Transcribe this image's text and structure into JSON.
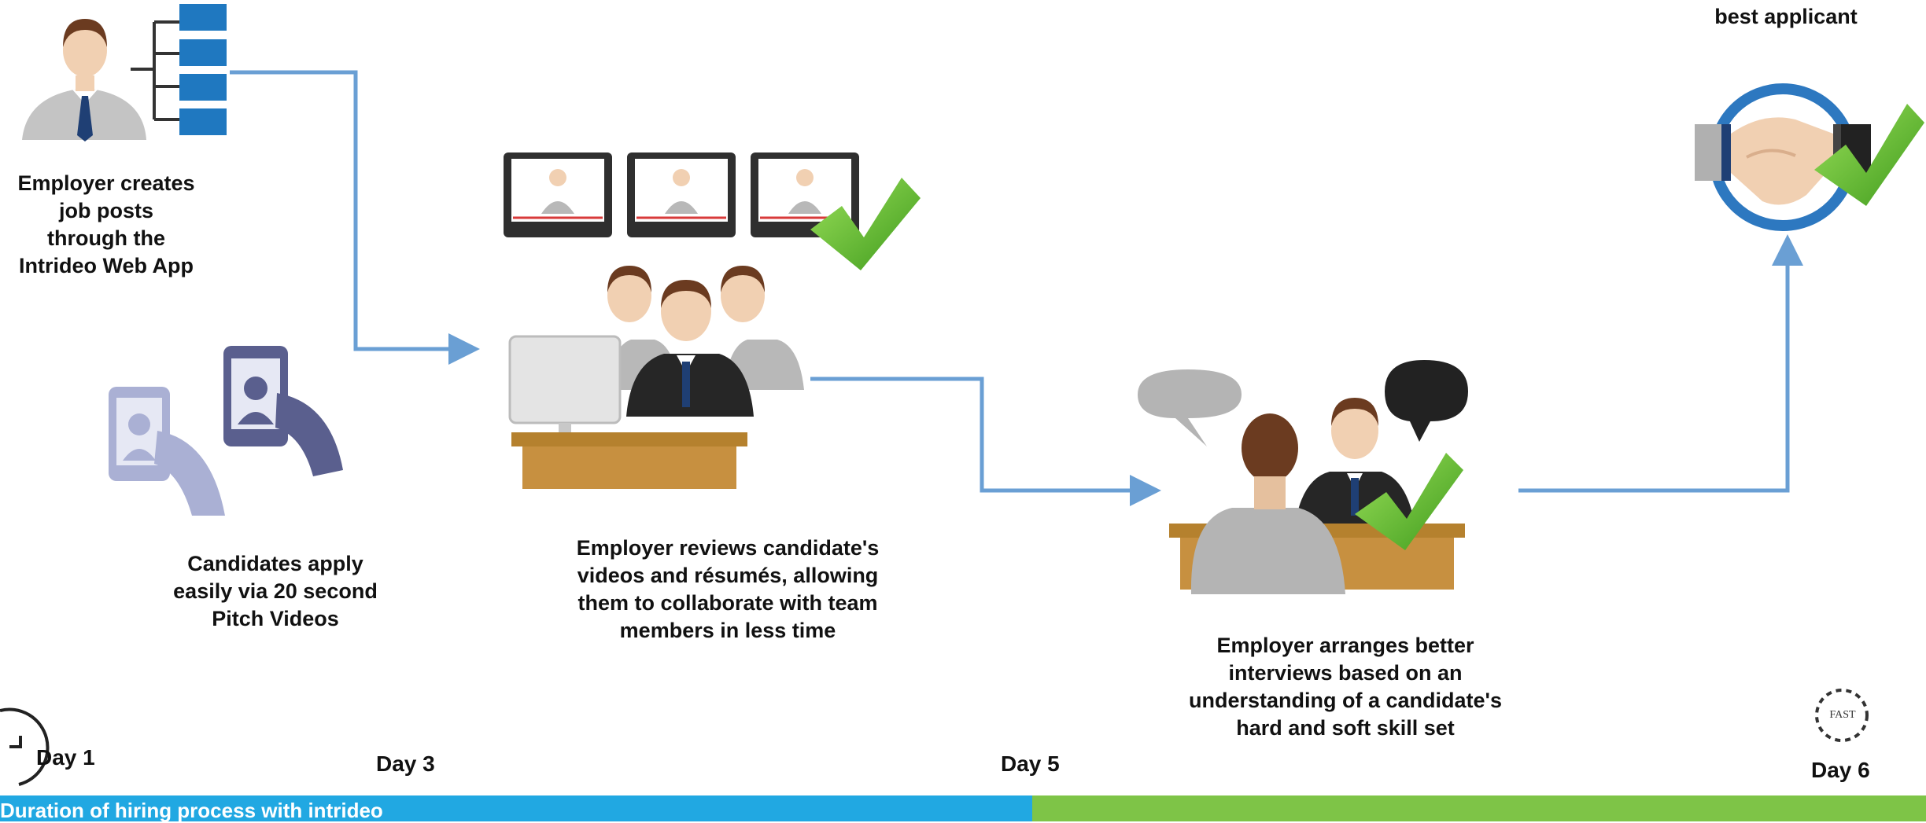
{
  "steps": {
    "post_jobs": {
      "lines": [
        "Employer creates",
        "job posts",
        "through the",
        "Intrideo Web App"
      ],
      "icon": "employer-org-chart-icon"
    },
    "apply": {
      "lines": [
        "Candidates apply",
        "easily  via 20 second",
        "Pitch Videos"
      ],
      "icon": "phone-video-icon"
    },
    "review": {
      "lines": [
        "Employer reviews candidate's",
        "videos and résumés, allowing",
        "them to collaborate with team",
        "members in less time"
      ],
      "icon": "team-review-icon"
    },
    "interview": {
      "lines": [
        "Employer arranges better",
        "interviews based on an",
        "understanding of a candidate's",
        "hard and soft skill set"
      ],
      "icon": "interview-icon"
    },
    "hire": {
      "lines": [
        "best applicant"
      ],
      "icon": "handshake-icon"
    }
  },
  "timeline": {
    "day1": "Day 1",
    "day3": "Day 3",
    "day5": "Day 5",
    "day6": "Day 6",
    "bar_label": "Duration of hiring process with intrideo",
    "fast_badge": "FAST"
  },
  "colors": {
    "arrow": "#6a9fd4",
    "bar_blue": "#21a8e2",
    "bar_green": "#7ec447",
    "check_green": "#5cb82c"
  }
}
